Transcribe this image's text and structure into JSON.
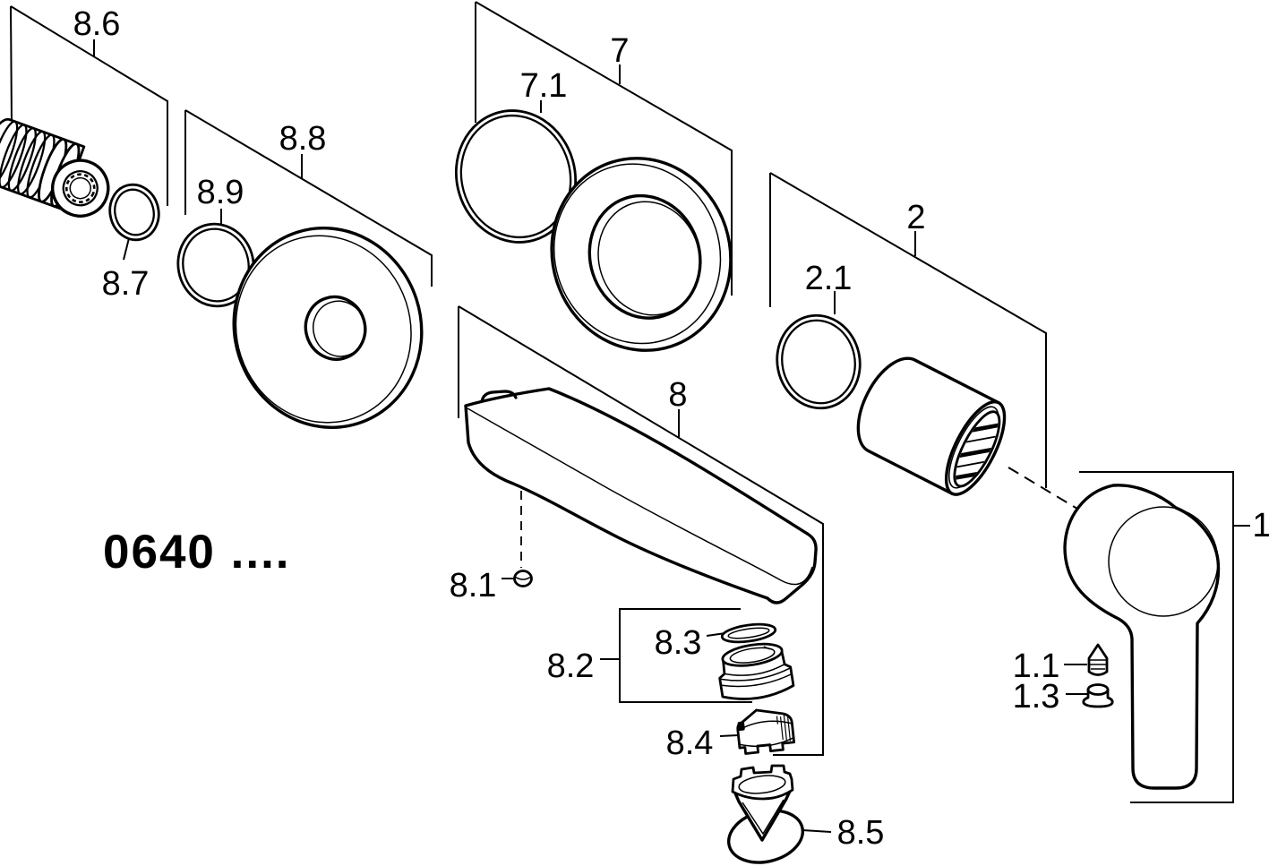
{
  "colors": {
    "line": "#000000",
    "background": "#ffffff"
  },
  "product_code": "0640 ....",
  "labels": {
    "p1": "1",
    "p1_1": "1.1",
    "p1_3": "1.3",
    "p2": "2",
    "p2_1": "2.1",
    "p7": "7",
    "p7_1": "7.1",
    "p8": "8",
    "p8_1": "8.1",
    "p8_2": "8.2",
    "p8_3": "8.3",
    "p8_4": "8.4",
    "p8_5": "8.5",
    "p8_6": "8.6",
    "p8_7": "8.7",
    "p8_8": "8.8",
    "p8_9": "8.9"
  }
}
